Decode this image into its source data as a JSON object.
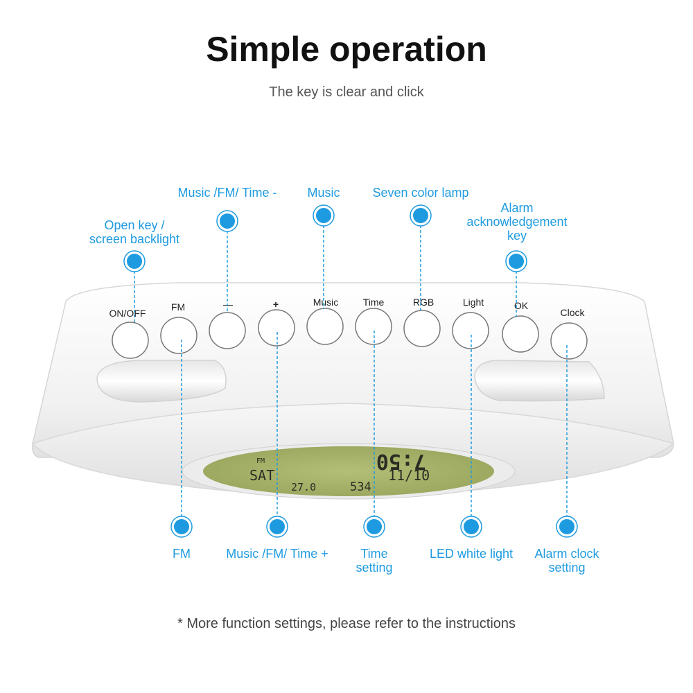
{
  "header": {
    "title": "Simple operation",
    "subtitle": "The key is clear and click"
  },
  "buttons": [
    {
      "label": "ON/OFF"
    },
    {
      "label": "FM"
    },
    {
      "label": "—"
    },
    {
      "label": "+"
    },
    {
      "label": "Music"
    },
    {
      "label": "Time"
    },
    {
      "label": "RGB"
    },
    {
      "label": "Light"
    },
    {
      "label": "OK"
    },
    {
      "label": "Clock"
    }
  ],
  "callouts_top": {
    "open_key": {
      "line1": "Open key /",
      "line2": "screen backlight"
    },
    "minus": {
      "text": "Music /FM/ Time -"
    },
    "music": {
      "text": "Music"
    },
    "rgb": {
      "text": "Seven color lamp"
    },
    "ok": {
      "line1": "Alarm",
      "line2": "acknowledgement",
      "line3": "key"
    }
  },
  "callouts_bottom": {
    "fm": {
      "text": "FM"
    },
    "plus": {
      "text": "Music /FM/ Time +"
    },
    "time": {
      "line1": "Time",
      "line2": "setting"
    },
    "light": {
      "text": "LED white light"
    },
    "clock": {
      "line1": "Alarm clock",
      "line2": "setting"
    }
  },
  "lcd": {
    "mode": "FM",
    "time": "7:50",
    "day": "SAT",
    "date": "11/10",
    "temp": "27.0",
    "year": "534"
  },
  "footnote": "* More function settings, please refer to the instructions",
  "colors": {
    "accent": "#1e9be0",
    "lcd": "#a9b56c",
    "device": "#f4f4f4"
  }
}
